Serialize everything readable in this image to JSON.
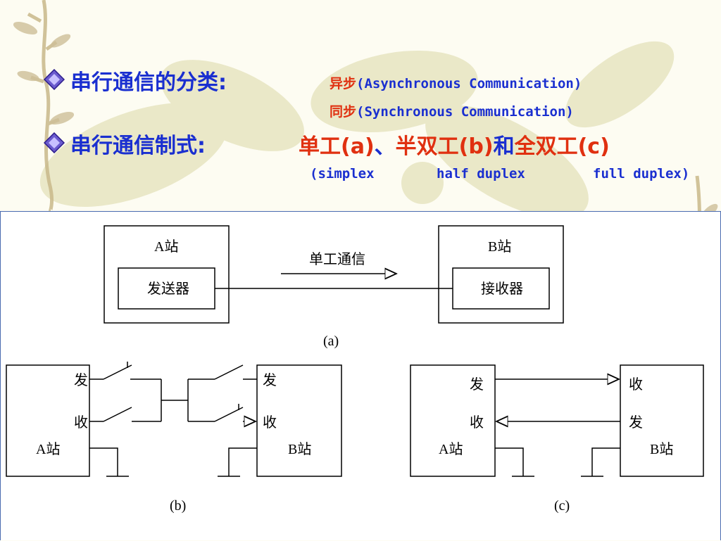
{
  "line1": {
    "heading": "串行通信的分类:",
    "async_zh": "异步",
    "async_en": "(Asynchronous Communication)",
    "sync_zh": "同步",
    "sync_en": "(Synchronous Communication)"
  },
  "line2": {
    "heading": "串行通信制式:",
    "simplex": "单工(a)",
    "sep1": "、",
    "half_duplex": "半双工(b)",
    "sep2": "和",
    "full_duplex": "全双工(c)",
    "simplex_en": "(simplex",
    "half_en": "half duplex",
    "full_en": "full duplex)"
  },
  "diagram_a": {
    "station_a": "A站",
    "station_b": "B站",
    "sender": "发送器",
    "receiver": "接收器",
    "link_label": "单工通信",
    "caption": "(a)"
  },
  "diagram_b": {
    "a_send": "发",
    "a_recv": "收",
    "station_a": "A站",
    "b_send": "发",
    "b_recv": "收",
    "station_b": "B站",
    "caption": "(b)"
  },
  "diagram_c": {
    "a_send": "发",
    "a_recv": "收",
    "station_a": "A站",
    "b_recv": "收",
    "b_send": "发",
    "station_b": "B站",
    "caption": "(c)"
  },
  "colors": {
    "heading": "#1a2fd0",
    "highlight": "#e03010",
    "frame": "#4a6bb0"
  }
}
